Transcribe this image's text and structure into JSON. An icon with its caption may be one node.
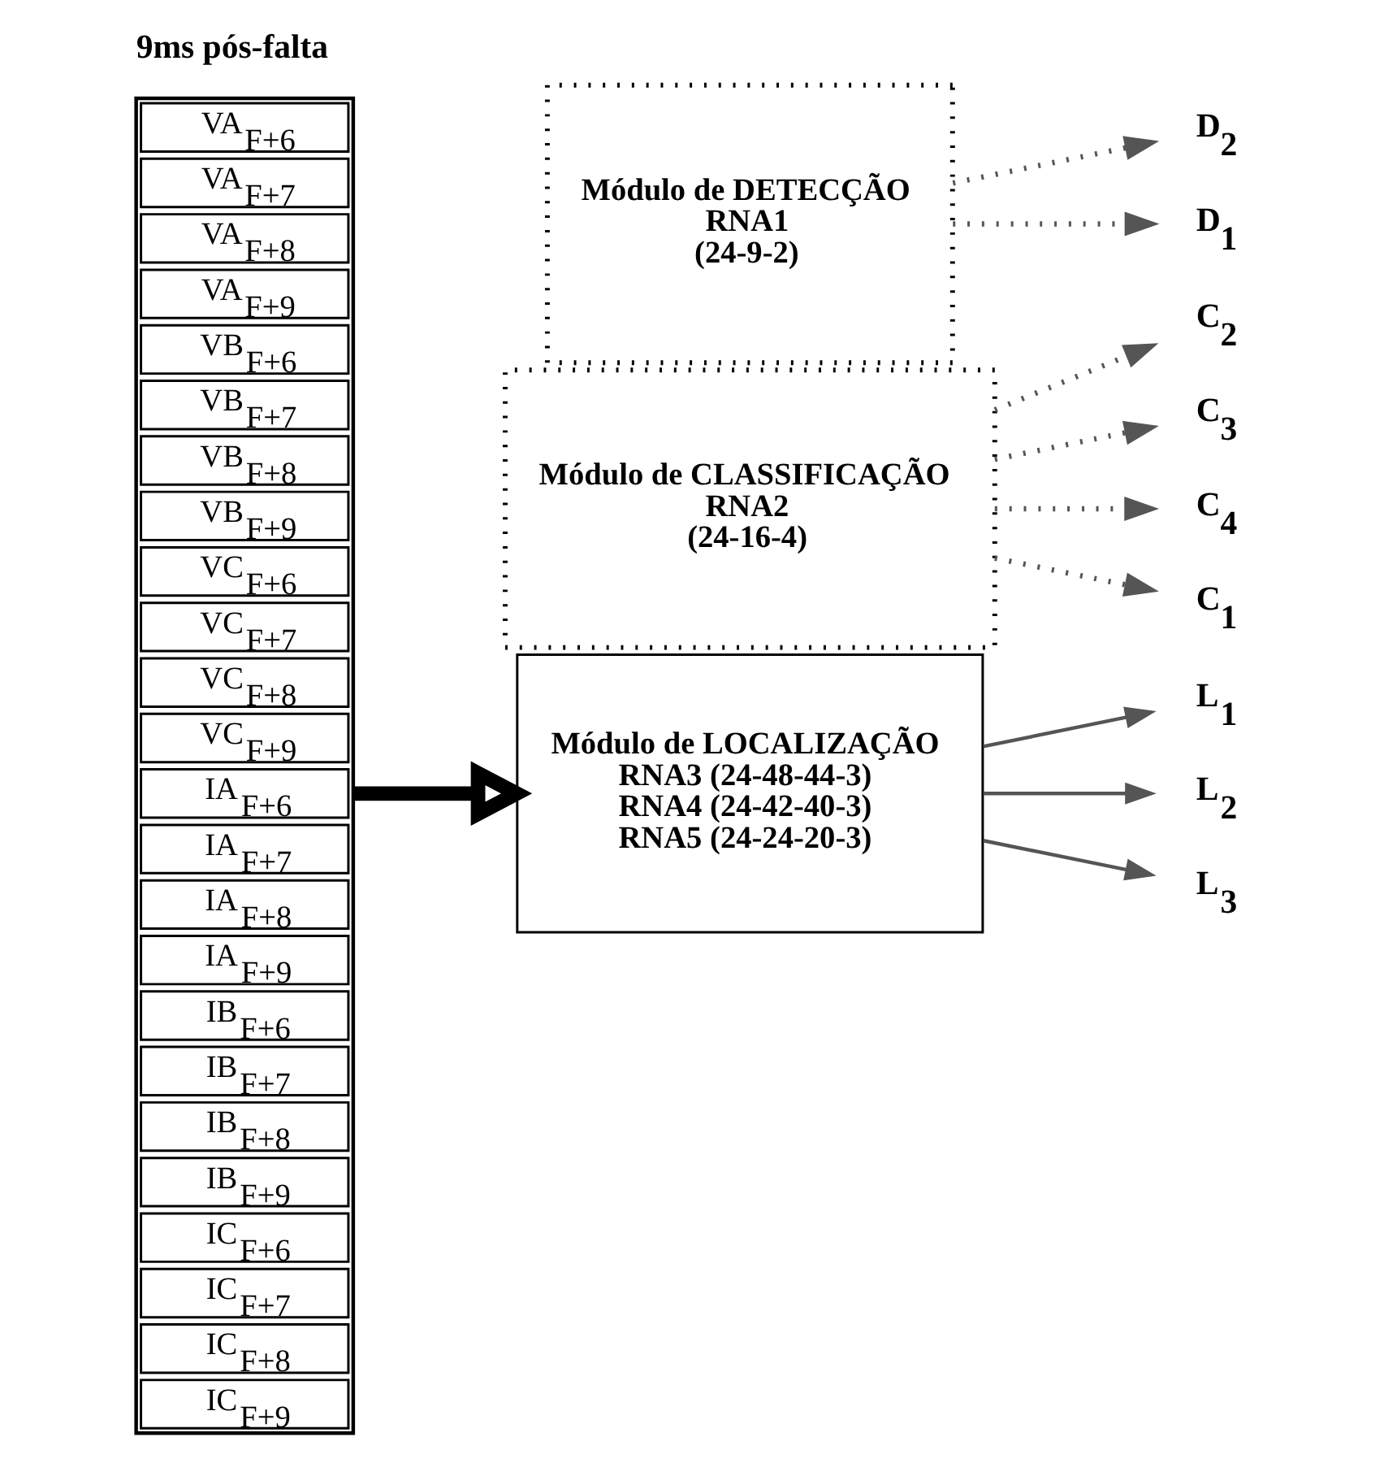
{
  "diagram": {
    "title": "9ms pós-falta",
    "nodes": [
      {
        "text": [],
        "shape": "box"
      },
      {
        "text": [
          "VA$_{F+6}$"
        ],
        "in": 0
      },
      {
        "text": [
          "VA$_{F+7}$"
        ],
        "in": 0
      },
      {
        "text": [
          "VA$_{F+8}$"
        ],
        "in": 0
      },
      {
        "text": [
          "VA$_{F+9}$"
        ],
        "in": 0
      },
      {
        "text": [
          "VB$_{F+6}$"
        ],
        "in": 0
      },
      {
        "text": [
          "VB$_{F+7}$"
        ],
        "in": 0
      },
      {
        "text": [
          "VB$_{F+8}$"
        ],
        "in": 0
      },
      {
        "text": [
          "VB$_{F+9}$"
        ],
        "in": 0
      },
      {
        "text": [
          "VC$_{F+6}$"
        ],
        "in": 0
      },
      {
        "text": [
          "VC$_{F+7}$"
        ],
        "in": 0
      },
      {
        "text": [
          "VC$_{F+8}$"
        ],
        "in": 0
      },
      {
        "text": [
          "VC$_{F+9}$"
        ],
        "in": 0
      },
      {
        "text": [
          "IA$_{F+6}$"
        ],
        "in": 0
      },
      {
        "text": [
          "IA$_{F+7}$"
        ],
        "in": 0
      },
      {
        "text": [
          "IA$_{F+8}$"
        ],
        "in": 0
      },
      {
        "text": [
          "IA$_{F+9}$"
        ],
        "in": 0
      },
      {
        "text": [
          "IB$_{F+6}$"
        ],
        "in": 0
      },
      {
        "text": [
          "IB$_{F+7}$"
        ],
        "in": 0
      },
      {
        "text": [
          "IB$_{F+8}$"
        ],
        "in": 0
      },
      {
        "text": [
          "IB$_{F+9}$"
        ],
        "in": 0
      },
      {
        "text": [
          "IC$_{F+6}$"
        ],
        "in": 0
      },
      {
        "text": [
          "IC$_{F+7}$"
        ],
        "in": 0
      },
      {
        "text": [
          "IC$_{F+8}$"
        ],
        "in": 0
      },
      {
        "text": [
          "IC$_{F+9}$"
        ],
        "in": 0
      },
      {
        "text": [
          "Módulo de DETECÇÃO",
          "RNA1",
          "(24-9-2)"
        ]
      },
      {
        "text": [
          "Módulo de CLASSIFICAÇÃO",
          "RNA2",
          "(24-16-4)"
        ]
      },
      {
        "text": [
          "Módulo de LOCALIZAÇÃO",
          "RNA3 (24-48-44-3)",
          "RNA4 (24-42-40-3)",
          "RNA5 (24-24-20-3)"
        ]
      },
      {
        "text": [
          "D$_{1}$"
        ]
      },
      {
        "text": [
          "D$_{2}$"
        ]
      },
      {
        "text": [
          "C$_{1}$"
        ]
      },
      {
        "text": [
          "C$_{2}$"
        ]
      },
      {
        "text": [
          "C$_{3}$"
        ]
      },
      {
        "text": [
          "C$_{4}$"
        ]
      },
      {
        "text": [
          "L$_{1}$"
        ]
      },
      {
        "text": [
          "L$_{2}$"
        ]
      },
      {
        "text": [
          "L$_{3}$"
        ]
      }
    ],
    "edges": [
      {
        "from": 0,
        "to": 27,
        "arrow": "to",
        "style": "thick"
      },
      {
        "from": 25,
        "to": 28,
        "arrow": "to",
        "style": "dashed"
      },
      {
        "from": 25,
        "to": 29,
        "arrow": "to",
        "style": "dashed"
      },
      {
        "from": 26,
        "to": 30,
        "arrow": "to",
        "style": "dashed"
      },
      {
        "from": 26,
        "to": 31,
        "arrow": "to",
        "style": "dashed"
      },
      {
        "from": 26,
        "to": 32,
        "arrow": "to",
        "style": "dashed"
      },
      {
        "from": 26,
        "to": 33,
        "arrow": "to",
        "style": "dashed"
      },
      {
        "from": 27,
        "to": 34,
        "arrow": "to"
      },
      {
        "from": 27,
        "to": 35,
        "arrow": "to"
      },
      {
        "from": 27,
        "to": 36,
        "arrow": "to"
      }
    ]
  }
}
